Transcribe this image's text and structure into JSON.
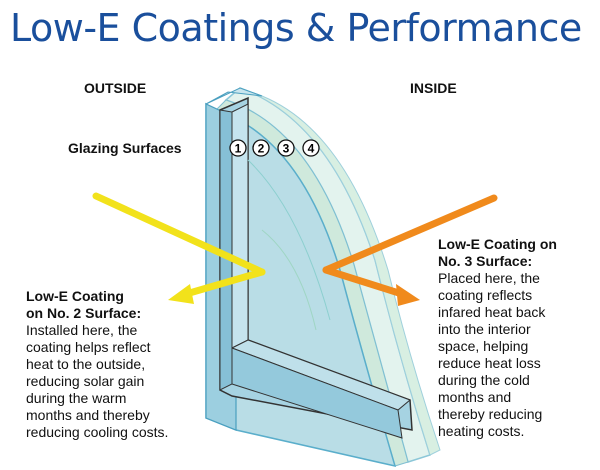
{
  "title": "Low-E Coatings & Performance",
  "outside_label": "OUTSIDE",
  "inside_label": "INSIDE",
  "glazing_label": "Glazing Surfaces",
  "surface_numbers": [
    "1",
    "2",
    "3",
    "4"
  ],
  "left_callout": {
    "heading_line1": "Low-E Coating",
    "heading_line2": "on No. 2 Surface:",
    "body_lines": [
      "Installed here, the",
      "coating helps reflect",
      "heat to the outside,",
      "reducing solar gain",
      "during the warm",
      "months and thereby",
      "reducing cooling costs."
    ]
  },
  "right_callout": {
    "heading_line1": "Low-E Coating on",
    "heading_line2": "No. 3 Surface:",
    "body_lines": [
      "Placed here, the",
      "coating reflects",
      "infared heat back",
      "into the interior",
      "space, helping",
      "reduce heat loss",
      "during the cold",
      "months and",
      "thereby reducing",
      "heating costs."
    ]
  },
  "colors": {
    "title": "#1a4f9c",
    "yellow_arrow": "#f2e21b",
    "orange_arrow": "#f08a1c",
    "glass_light": "#d9eef4",
    "glass_mid": "#a8d8e6",
    "glass_green": "#cfe9d4"
  }
}
